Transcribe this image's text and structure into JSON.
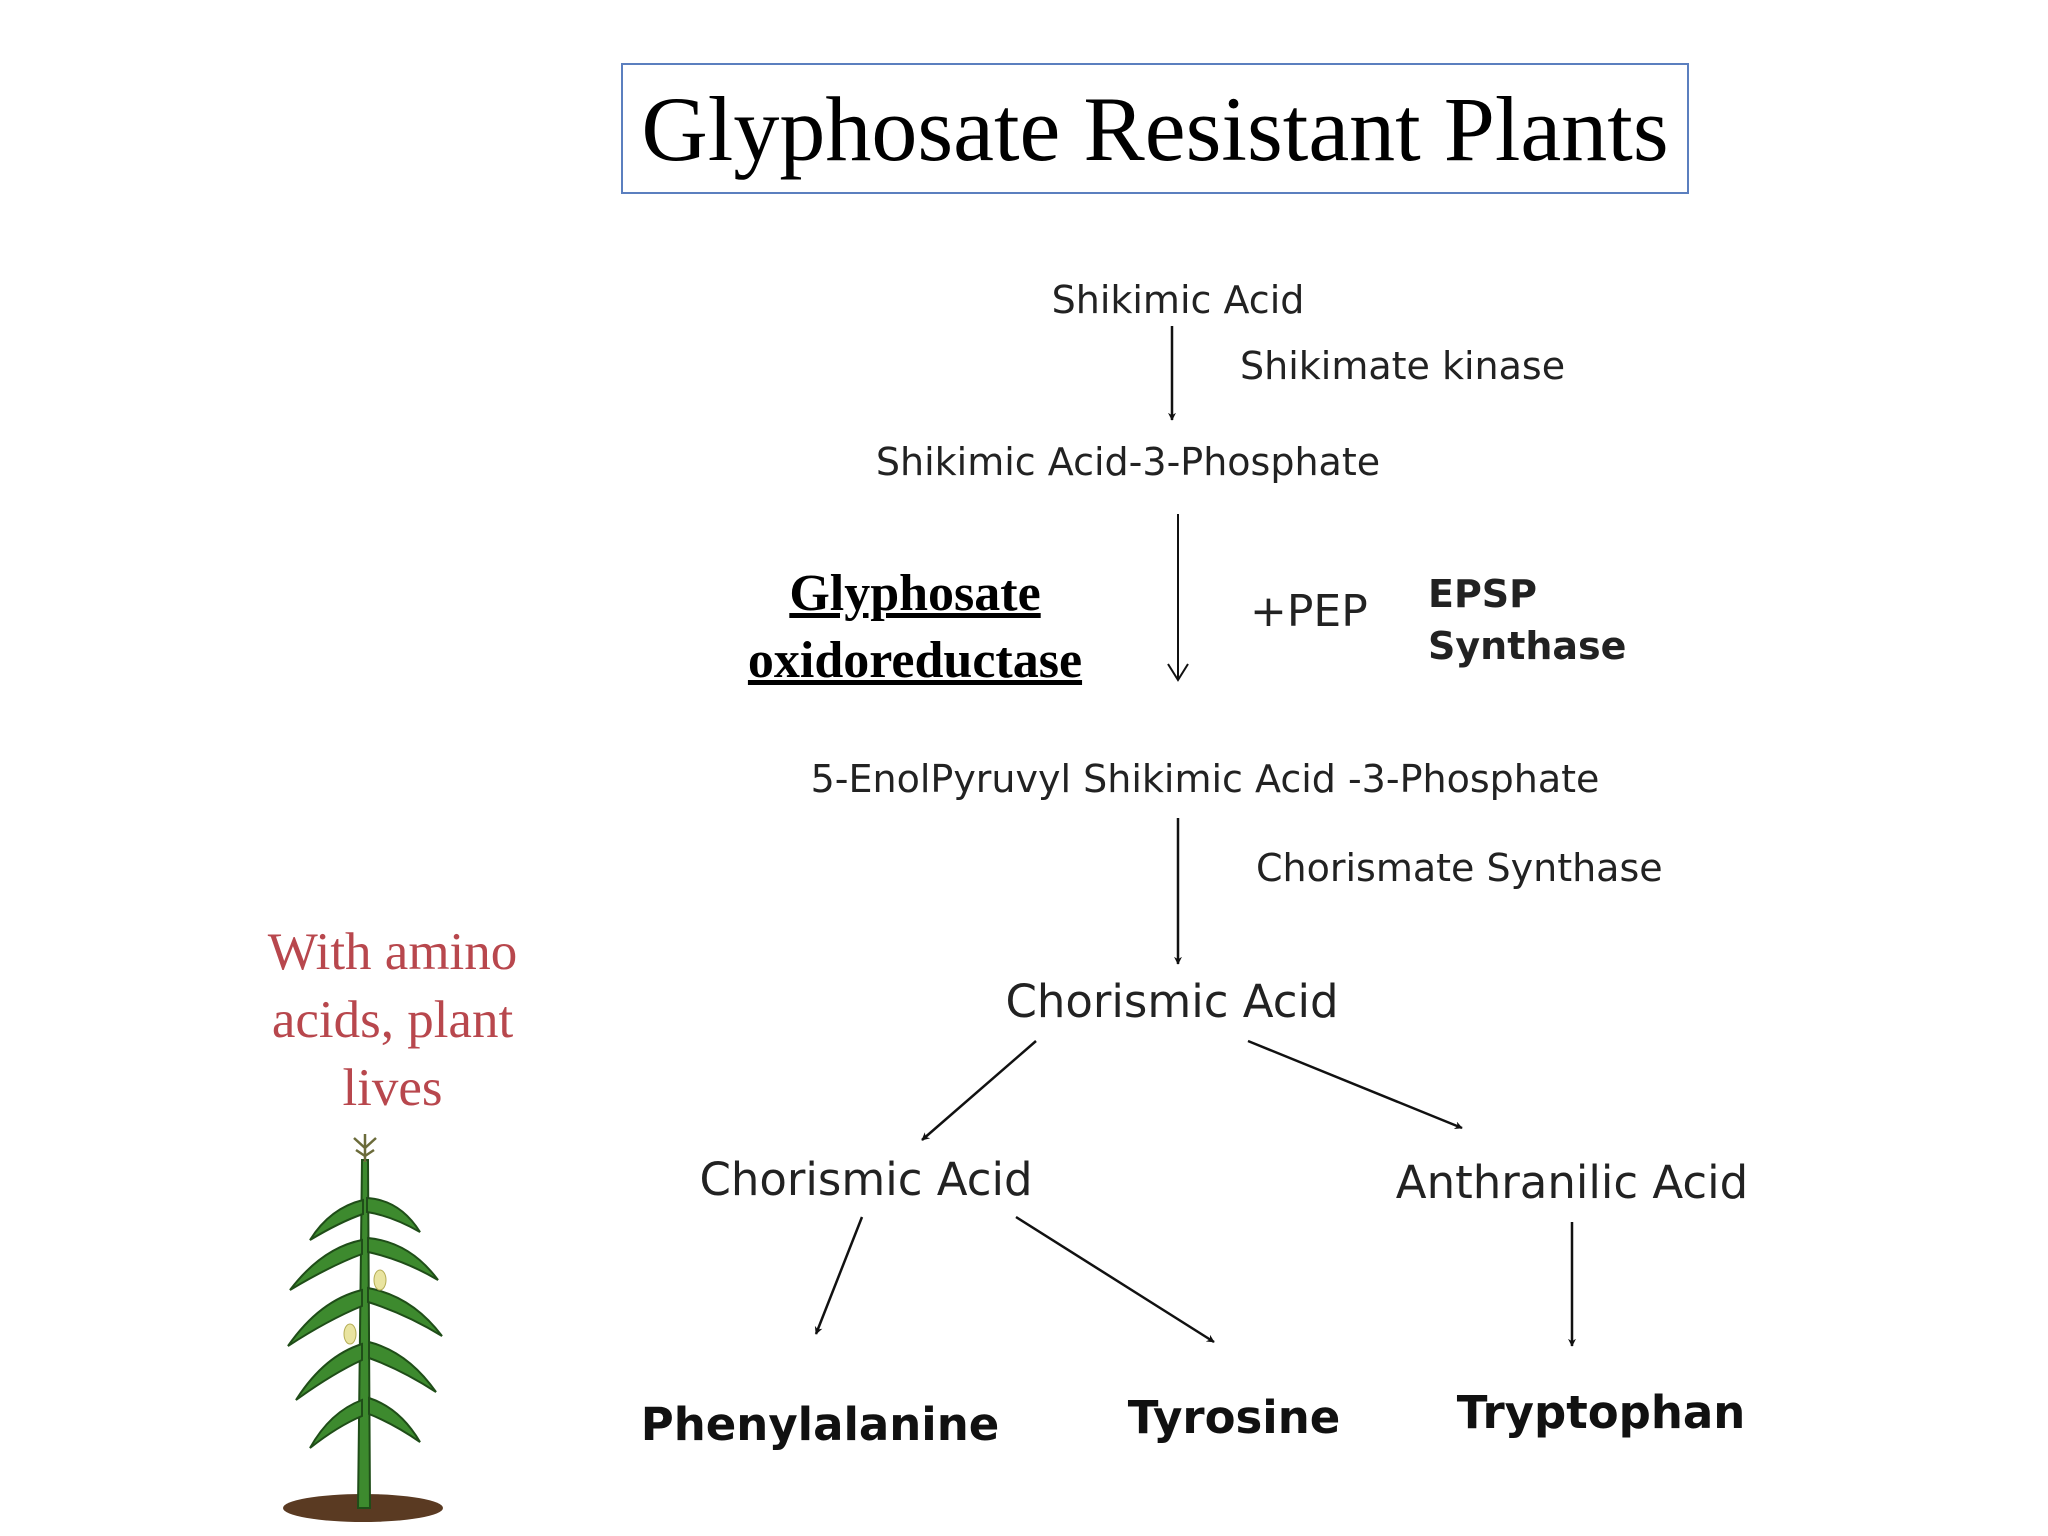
{
  "title": "Glyphosate Resistant Plants",
  "pathway": {
    "shikimic_acid": "Shikimic Acid",
    "shikimate_kinase": "Shikimate kinase",
    "shikimic_acid_3p": "Shikimic Acid-3-Phosphate",
    "pep": "+PEP",
    "epsp_line1": "EPSP",
    "epsp_line2": "Synthase",
    "enolpyruvyl": "5-EnolPyruvyl Shikimic Acid -3-Phosphate",
    "chorismate_synthase": "Chorismate Synthase",
    "chorismic_acid_main": "Chorismic Acid",
    "chorismic_acid_branch": "Chorismic Acid",
    "anthranilic_acid": "Anthranilic Acid",
    "phenylalanine": "Phenylalanine",
    "tyrosine": "Tyrosine",
    "tryptophan": "Tryptophan"
  },
  "glyphosate_label": {
    "line1": "Glyphosate",
    "line2": "oxidoreductase"
  },
  "side_note": {
    "line1": "With amino",
    "line2": "acids,  plant",
    "line3": "lives"
  },
  "colors": {
    "title_border": "#5b7fbf",
    "side_note": "#b8474d",
    "plant_leaf": "#3d8a2e",
    "plant_dark": "#1f4d18",
    "soil": "#5a3a22"
  }
}
